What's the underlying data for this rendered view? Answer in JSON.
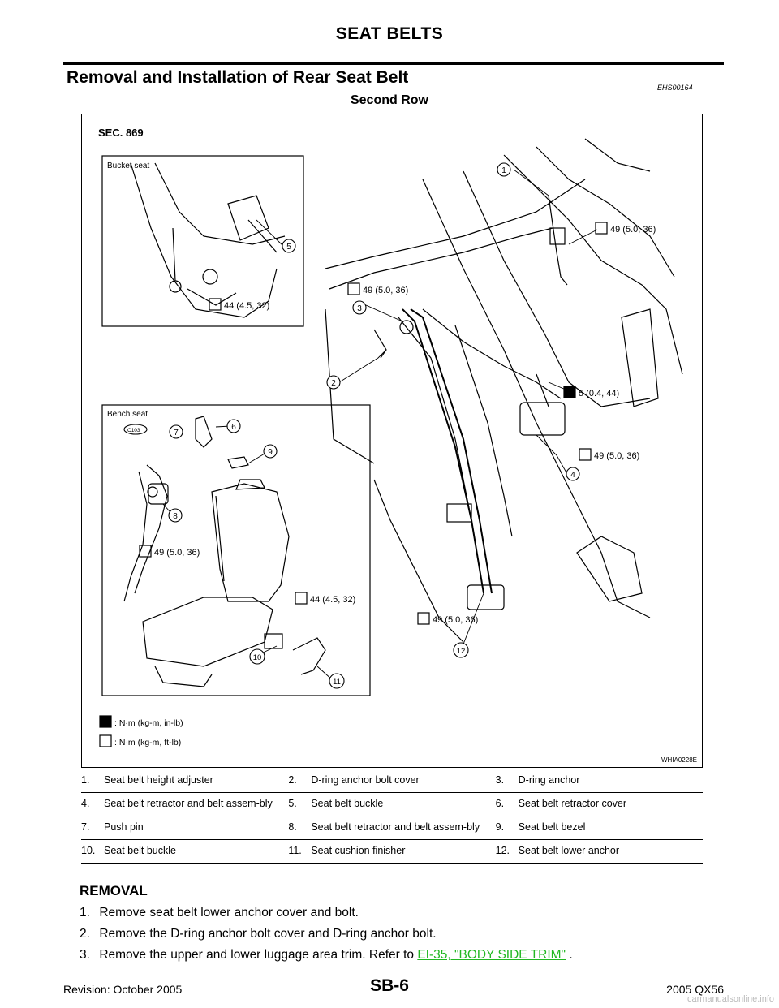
{
  "header": {
    "title": "SEAT BELTS"
  },
  "section": {
    "title": "Removal and Installation of Rear Seat Belt",
    "code": "EHS00164"
  },
  "subsection": {
    "title": "Second Row"
  },
  "figure": {
    "sec": "SEC. 869",
    "bucket_label": "Bucket seat",
    "bench_label": "Bench seat",
    "c103": "C103",
    "torque": {
      "t1": "49 (5.0, 36)",
      "t2": "49 (5.0, 36)",
      "t3": "5 (0.4, 44)",
      "t4": "49 (5.0, 36)",
      "t5": "49 (5.0, 36)",
      "t6": "44 (4.5, 32)",
      "t7": "49 (5.0, 36)",
      "t8": "44 (4.5, 32)"
    },
    "callouts": [
      "1",
      "2",
      "3",
      "4",
      "5",
      "6",
      "7",
      "8",
      "9",
      "10",
      "11",
      "12"
    ],
    "legend_1": ": N·m (kg-m, in-lb)",
    "legend_2": ": N·m (kg-m, ft-lb)",
    "code": "WHIA0228E"
  },
  "parts": [
    [
      {
        "n": "1.",
        "t": "Seat belt height adjuster"
      },
      {
        "n": "2.",
        "t": "D-ring anchor bolt cover"
      },
      {
        "n": "3.",
        "t": "D-ring anchor"
      }
    ],
    [
      {
        "n": "4.",
        "t": "Seat belt retractor and belt assem-bly"
      },
      {
        "n": "5.",
        "t": "Seat belt buckle"
      },
      {
        "n": "6.",
        "t": "Seat belt retractor cover"
      }
    ],
    [
      {
        "n": "7.",
        "t": "Push pin"
      },
      {
        "n": "8.",
        "t": "Seat belt retractor and belt assem-bly"
      },
      {
        "n": "9.",
        "t": "Seat belt bezel"
      }
    ],
    [
      {
        "n": "10.",
        "t": "Seat belt buckle"
      },
      {
        "n": "11.",
        "t": "Seat cushion finisher"
      },
      {
        "n": "12.",
        "t": "Seat belt lower anchor"
      }
    ]
  ],
  "removal": {
    "heading": "REMOVAL",
    "steps": [
      {
        "n": "1.",
        "t": "Remove seat belt lower anchor cover and bolt."
      },
      {
        "n": "2.",
        "t": "Remove the D-ring anchor bolt cover and D-ring anchor bolt."
      },
      {
        "n": "3.",
        "t": "Remove the upper and lower luggage area trim. Refer to ",
        "link": "EI-35, \"BODY SIDE TRIM\"",
        "after": " ."
      }
    ]
  },
  "footer": {
    "left": "Revision: October 2005",
    "center": "SB-6",
    "right": "2005 QX56",
    "watermark": "carmanualsonline.info"
  }
}
